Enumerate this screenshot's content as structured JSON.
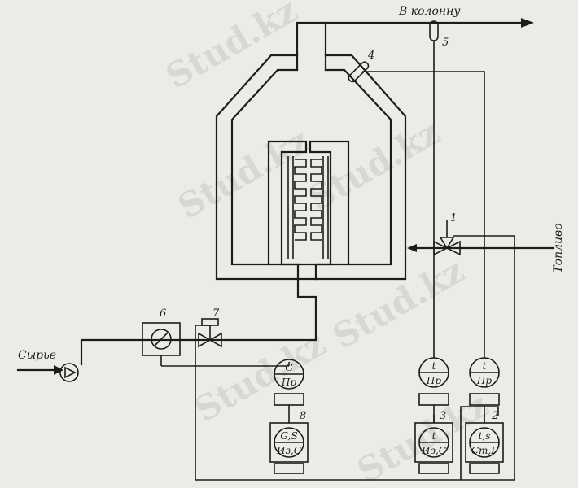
{
  "labels": {
    "column": "В колонну",
    "fuel": "Топливо",
    "feed": "Сырье"
  },
  "numbers": {
    "n1": "1",
    "n2": "2",
    "n3": "3",
    "n4": "4",
    "n5": "5",
    "n6": "6",
    "n7": "7",
    "n8": "8"
  },
  "instruments": {
    "g_top": "G",
    "g_bot": "Пр",
    "gs_top": "G,S",
    "gs_bot": "Из,С",
    "t3u_top": "t",
    "t3u_bot": "Пр",
    "t3l_top": "t",
    "t3l_bot": "Из,С",
    "t2u_top": "t",
    "t2u_bot": "Пр",
    "t2l_top": "t,s",
    "t2l_bot": "Ст,Г"
  },
  "watermark": "Stud.kz"
}
